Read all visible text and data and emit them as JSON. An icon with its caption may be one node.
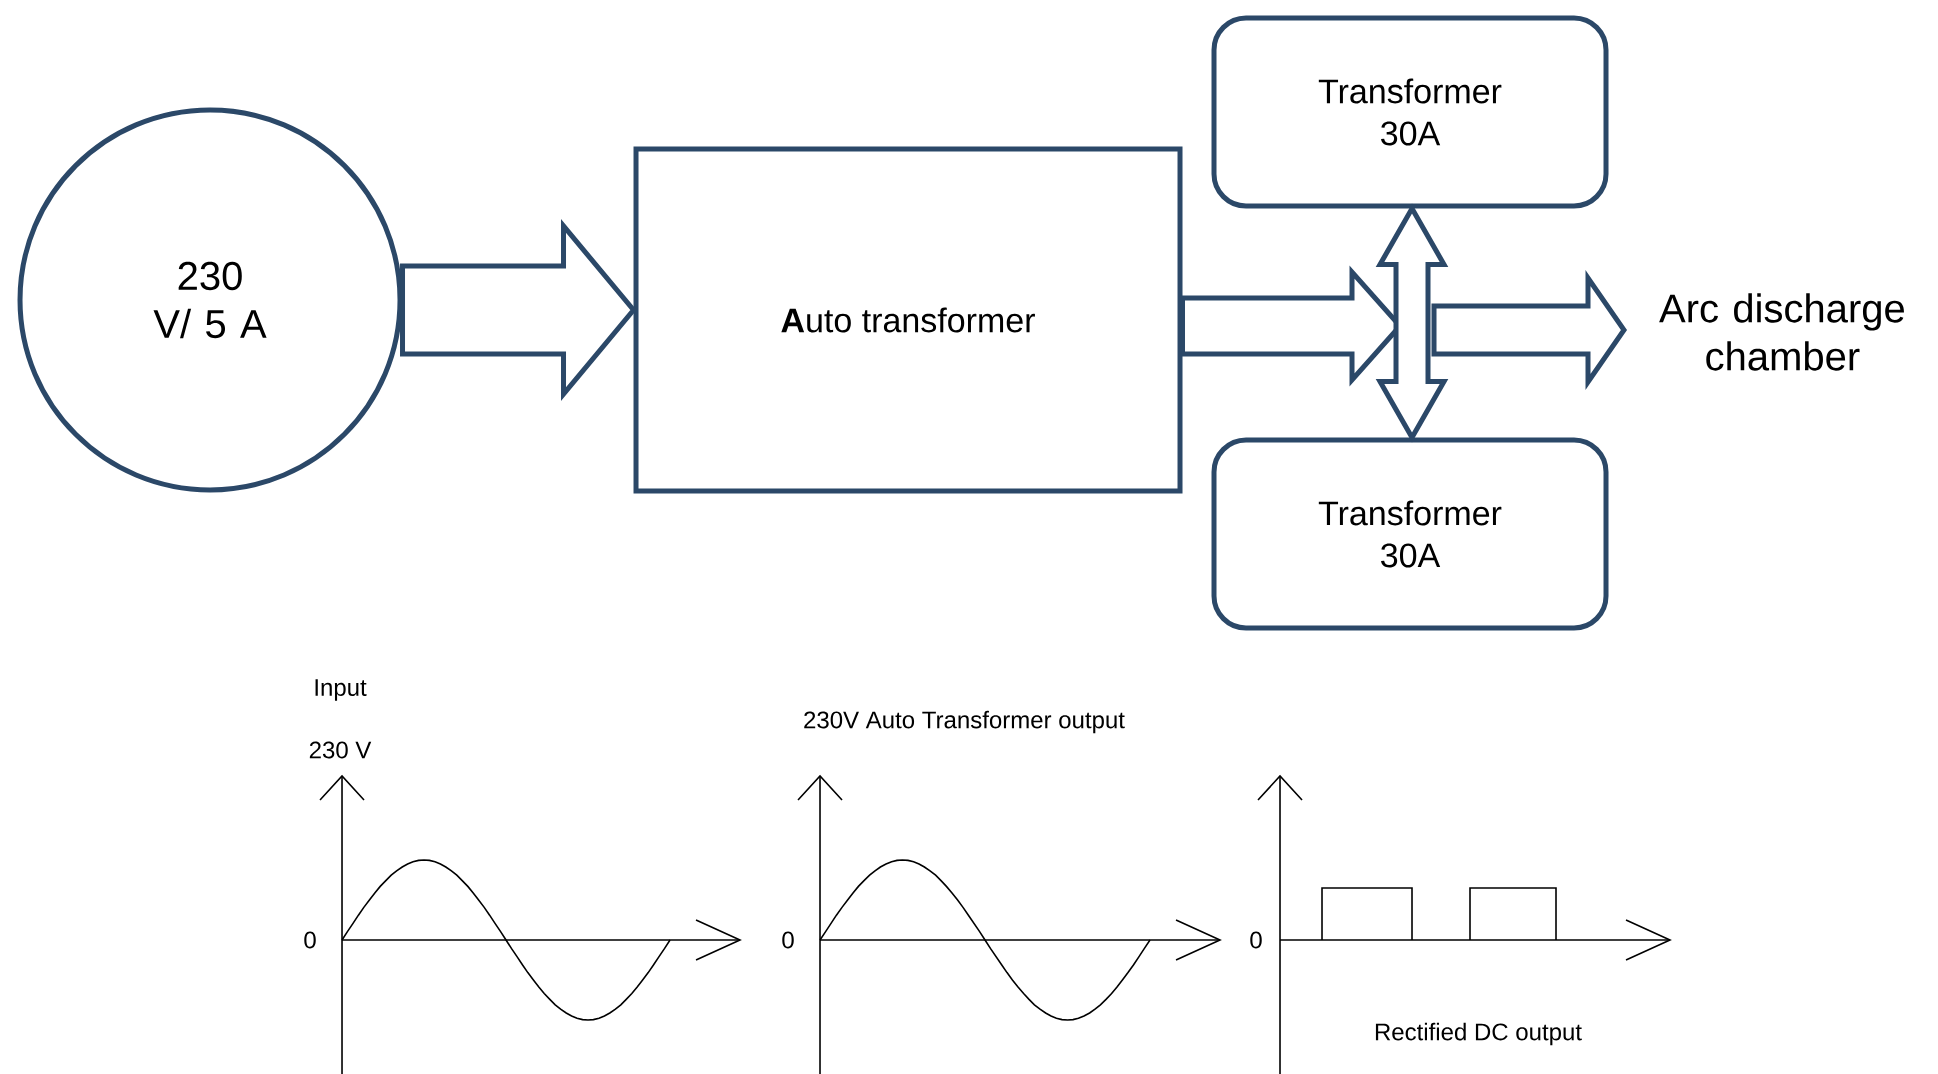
{
  "diagram": {
    "nodes": [
      {
        "text": [
          "230 V/ 5 A"
        ]
      },
      {
        "text": [
          "**A**uto transformer"
        ]
      },
      {
        "text": [
          "Transformer 30A"
        ]
      },
      {
        "text": [
          "Transformer 30A"
        ]
      },
      {
        "text": [
          "Arc discharge chamber"
        ]
      }
    ],
    "edges": [
      {
        "from": 0,
        "to": 1,
        "arrow": "to"
      },
      {
        "from": 1,
        "to": null,
        "arrow": "to"
      },
      {
        "from": 2,
        "to": 3,
        "arrow": "both"
      },
      {
        "from": null,
        "to": 4,
        "arrow": "to"
      }
    ],
    "labels": [
      "Input",
      "230 V",
      "230V Auto Transformer output",
      "0",
      "0",
      "0",
      "Rectified DC output"
    ]
  }
}
